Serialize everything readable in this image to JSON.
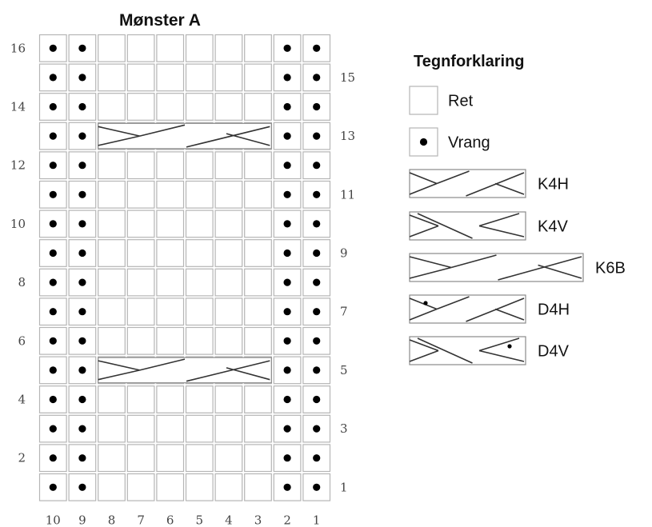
{
  "chart": {
    "title": "Mønster A",
    "rows": 16,
    "cols": 10,
    "purl_columns": [
      10,
      9,
      2,
      1
    ],
    "left_row_labels": [
      "2",
      "4",
      "6",
      "8",
      "10",
      "12",
      "14",
      "16"
    ],
    "right_row_labels": [
      "1",
      "3",
      "5",
      "7",
      "9",
      "11",
      "13",
      "15"
    ],
    "bottom_col_labels": [
      "10",
      "9",
      "8",
      "7",
      "6",
      "5",
      "4",
      "3",
      "2",
      "1"
    ],
    "cable_rows": [
      5,
      13
    ],
    "cable_symbol": "K6B"
  },
  "legend": {
    "title": "Tegnforklaring",
    "items": [
      {
        "symbol": "knit",
        "label": "Ret"
      },
      {
        "symbol": "purl",
        "label": "Vrang"
      },
      {
        "symbol": "k4h",
        "label": "K4H"
      },
      {
        "symbol": "k4v",
        "label": "K4V"
      },
      {
        "symbol": "k6b",
        "label": "K6B"
      },
      {
        "symbol": "d4h",
        "label": "D4H"
      },
      {
        "symbol": "d4v",
        "label": "D4V"
      }
    ]
  },
  "colors": {
    "grid": "#b5b5b5",
    "dot": "#000000",
    "cable": "#333333"
  }
}
